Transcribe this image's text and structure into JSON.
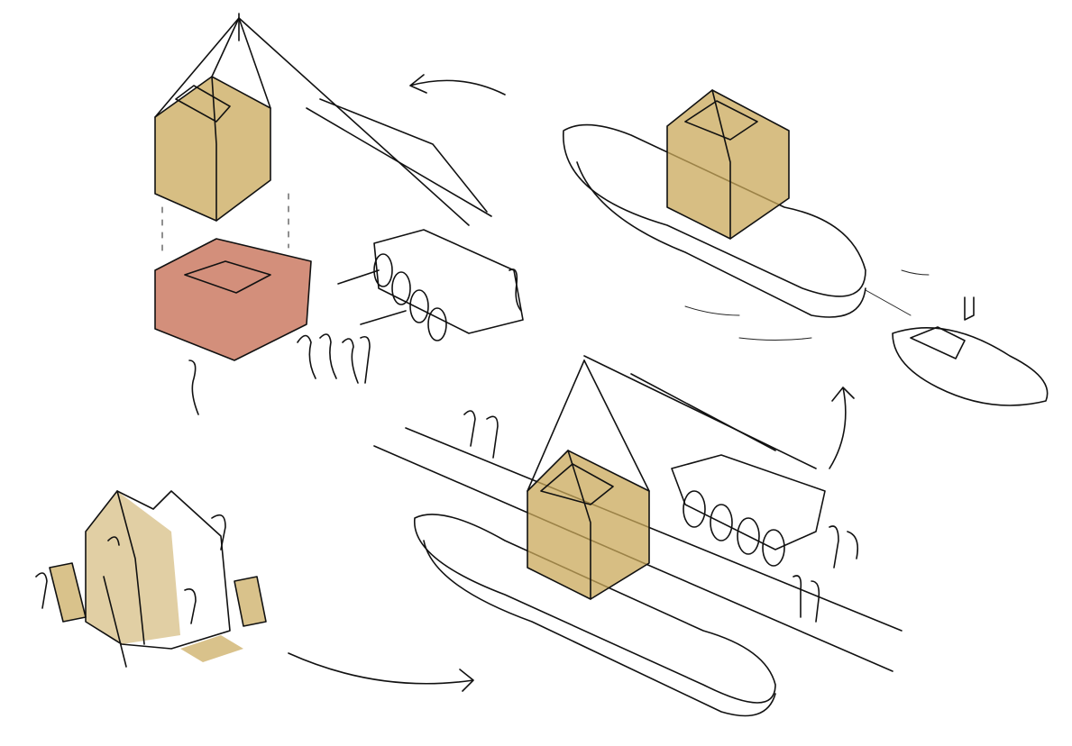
{
  "colors": {
    "background": "#ffffff",
    "ink": "#111111",
    "ochre": "#c9a85a",
    "terracotta": "#c8735a"
  },
  "scenes": [
    {
      "name": "module-lifted-by-crane"
    },
    {
      "name": "module-on-barge-towed"
    },
    {
      "name": "module-lowered-onto-barge"
    },
    {
      "name": "module-assembly-on-site"
    }
  ]
}
